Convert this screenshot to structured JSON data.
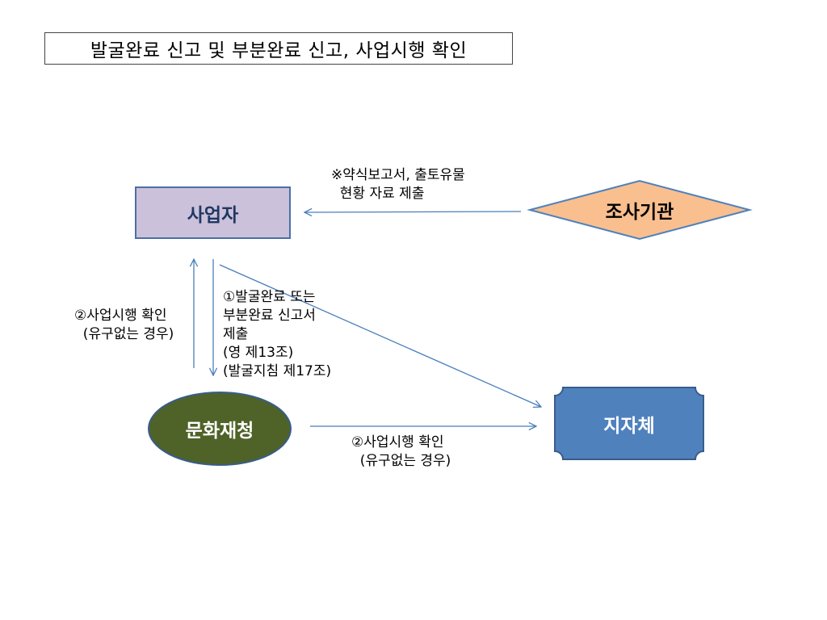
{
  "title": "발굴완료 신고 및 부분완료 신고, 사업시행 확인",
  "colors": {
    "business_fill": "#ccc1da",
    "business_stroke": "#4a6fa5",
    "survey_fill": "#f9bf8f",
    "survey_stroke": "#4f81bd",
    "cha_fill": "#4f6228",
    "cha_stroke": "#385d8a",
    "local_fill": "#4f81bd",
    "local_stroke": "#385d8a",
    "arrow": "#4a7ebb"
  },
  "nodes": {
    "business_operator": "사업자",
    "survey_agency": "조사기관",
    "cultural_heritage_admin": "문화재청",
    "local_government": "지자체"
  },
  "notes": {
    "survey_report": "※약식보고서, 출토유물\n  현황 자료 제출",
    "completion_report": "①발굴완료 또는\n부분완료 신고서\n제출\n(영 제13조)\n(발굴지침 제17조)",
    "confirm_left": "②사업시행 확인\n  (유구없는 경우)",
    "confirm_bottom": "②사업시행 확인\n  (유구없는 경우)"
  }
}
